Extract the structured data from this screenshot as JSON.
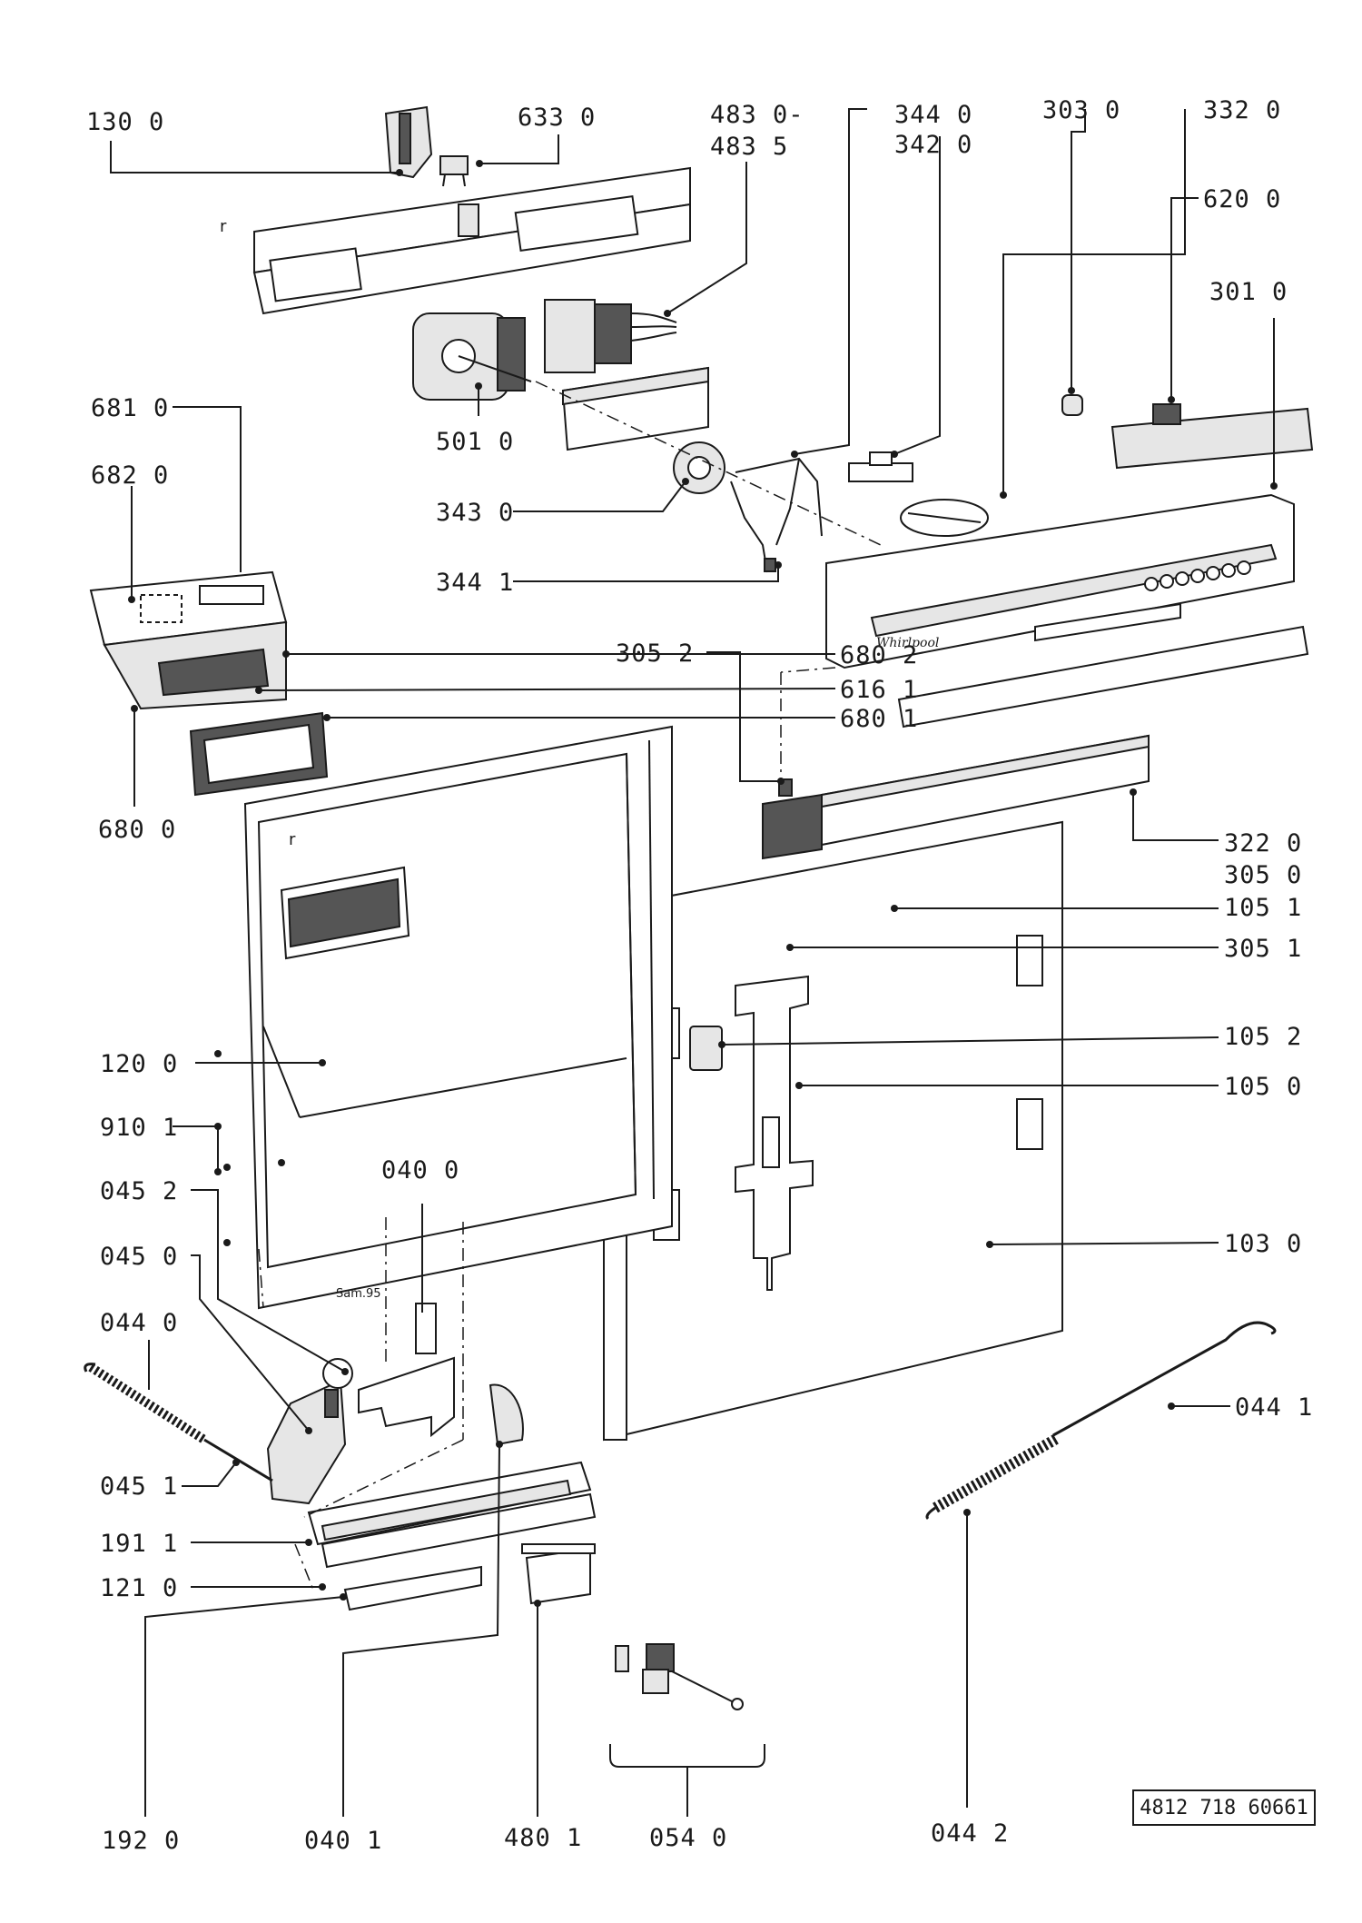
{
  "labels": {
    "l1300": "130 0",
    "l6330": "633 0",
    "l4830": "483 0-",
    "l4835": "483 5",
    "l3440": "344 0",
    "l3420": "342 0",
    "l3030": "303 0",
    "l3320": "332 0",
    "l6200": "620 0",
    "l3010": "301 0",
    "l6810": "681 0",
    "l6820": "682 0",
    "l5010": "501 0",
    "l3430": "343 0",
    "l3441": "344 1",
    "l6802": "680 2",
    "l6161": "616 1",
    "l6801": "680 1",
    "l6800": "680 0",
    "l3052": "305 2",
    "l3220": "322 0",
    "l3050": "305 0",
    "l1051": "105 1",
    "l3051": "305 1",
    "l1052": "105 2",
    "l1050": "105 0",
    "l1030": "103 0",
    "l1200": "120 0",
    "l9101": "910 1",
    "l0400": "040 0",
    "l0452": "045 2",
    "l0450": "045 0",
    "l0440": "044 0",
    "l0451": "045 1",
    "l1911": "191 1",
    "l1210": "121 0",
    "l1920": "192 0",
    "l0401": "040 1",
    "l4801": "480 1",
    "l0540": "054 0",
    "l0441": "044 1",
    "l0442": "044 2"
  },
  "markings": {
    "brand": "Whirlpool",
    "sketch_note": "Sam.95",
    "r_mark": "r"
  },
  "document_ref": "4812 718 60661"
}
